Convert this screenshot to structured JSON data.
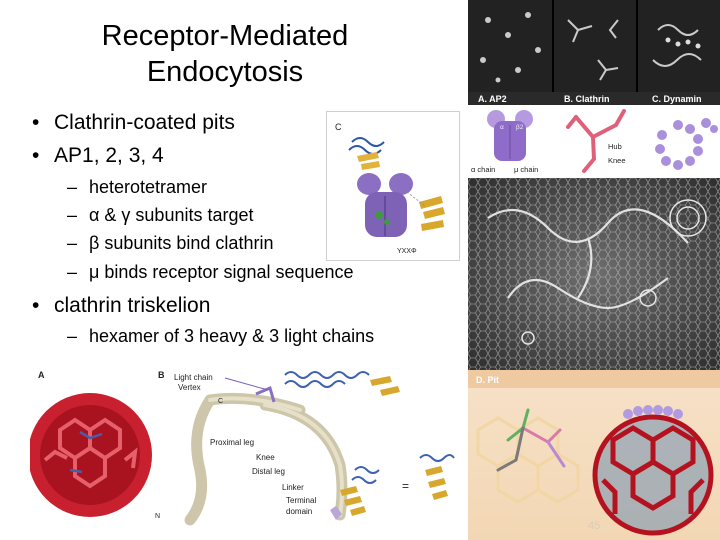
{
  "slide": {
    "title_line1": "Receptor-Mediated",
    "title_line2": "Endocytosis",
    "bullets": {
      "b1": "Clathrin-coated pits",
      "b2": "AP1, 2, 3, 4",
      "sub1": "heterotetramer",
      "sub2_a": "α",
      "sub2_b": " & ",
      "sub2_c": "γ",
      "sub2_d": " subunits target",
      "sub3_a": "β",
      "sub3_b": " subunits bind clathrin",
      "sub4_a": "μ",
      "sub4_b": " binds receptor signal sequence",
      "b3": "clathrin triskelion",
      "sub5": "hexamer of 3 heavy & 3 light chains"
    },
    "bullet_symbol": "•",
    "dash_symbol": "–"
  },
  "figures": {
    "ap2_panel": {
      "letter": "C",
      "motif": "YXXΦ"
    },
    "top_strip": {
      "a_label": "A. AP2",
      "b_label": "B. Clathrin",
      "c_label": "C. Dynamin",
      "a_sub1": "α chain",
      "a_sub2": "μ chain",
      "b_sub1": "Hub",
      "b_sub2": "Knee",
      "a_small1": "α",
      "a_small2": "β2"
    },
    "pit_panel": {
      "label": "D. Pit",
      "page": "45"
    },
    "bottom_left": {
      "a_letter": "A",
      "b_letter": "B",
      "c_letter": "C",
      "n_letter": "N",
      "light_chain": "Light chain",
      "vertex": "Vertex",
      "proximal": "Proximal leg",
      "knee": "Knee",
      "distal": "Distal leg",
      "linker": "Linker",
      "terminal1": "Terminal",
      "terminal2": "domain",
      "equals": "="
    }
  },
  "colors": {
    "title": "#000000",
    "micrograph_dark": "#1a1a1a",
    "micrograph_light": "#d8d8d8",
    "purple": "#8a6fc2",
    "red": "#c0182a",
    "gold": "#d4a62a",
    "beige": "#c9c2a8"
  }
}
